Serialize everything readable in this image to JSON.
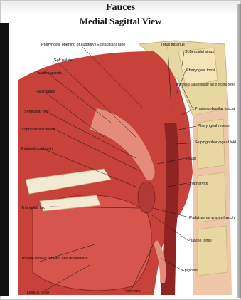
{
  "title": "Fauces",
  "subtitle": "Medial Sagittal View",
  "labels": {
    "pharyngeal_opening": "Pharyngeal opening of auditory (Eustachian) tube",
    "torus_tubarius": "Torus tubarius",
    "soft_palate": "Soft palate",
    "palatine_glands": "Palatine glands",
    "hard_palate": "Hard palate",
    "semilunar_fold": "Semilunar fold",
    "supratonsillar_fossa": "Supratonsillar fossa",
    "palatoglossal_arch": "Palatoglossal arch",
    "triangular_fold": "Triangular fold",
    "tongue": "Tongue (drawn forward and downward)",
    "lingual_tonsil": "Lingual tonsil",
    "vallecula": "Vallecula",
    "sphenoidal_sinus": "Sphenoidal sinus",
    "pharyngeal_tonsil": "Pharyngeal tonsil",
    "pharyngeal_tubercle": "Pharyngeal tubercle (basilar part of occipital bone)",
    "pharyngobasilar_fascia": "Pharyngobasilar fascia",
    "pharyngeal_recess": "Pharyngeal recess",
    "salpingopharyngeal_fold": "Salpingopharyngeal fold",
    "uvula": "Uvula",
    "oropharynx": "Oropharynx",
    "palatopharyngeal_arch": "Palatopharyngeal arch",
    "palatine_tonsil": "Palatine tonsil",
    "epiglottis": "Epiglottis"
  },
  "colors": {
    "muscle": "#c8423c",
    "muscle_dark": "#8f2422",
    "mucosa": "#e58b7c",
    "bone": "#e9d7a3",
    "bone_dark": "#c9b37a",
    "teeth": "#f2ead2",
    "background": "#ffffff"
  }
}
